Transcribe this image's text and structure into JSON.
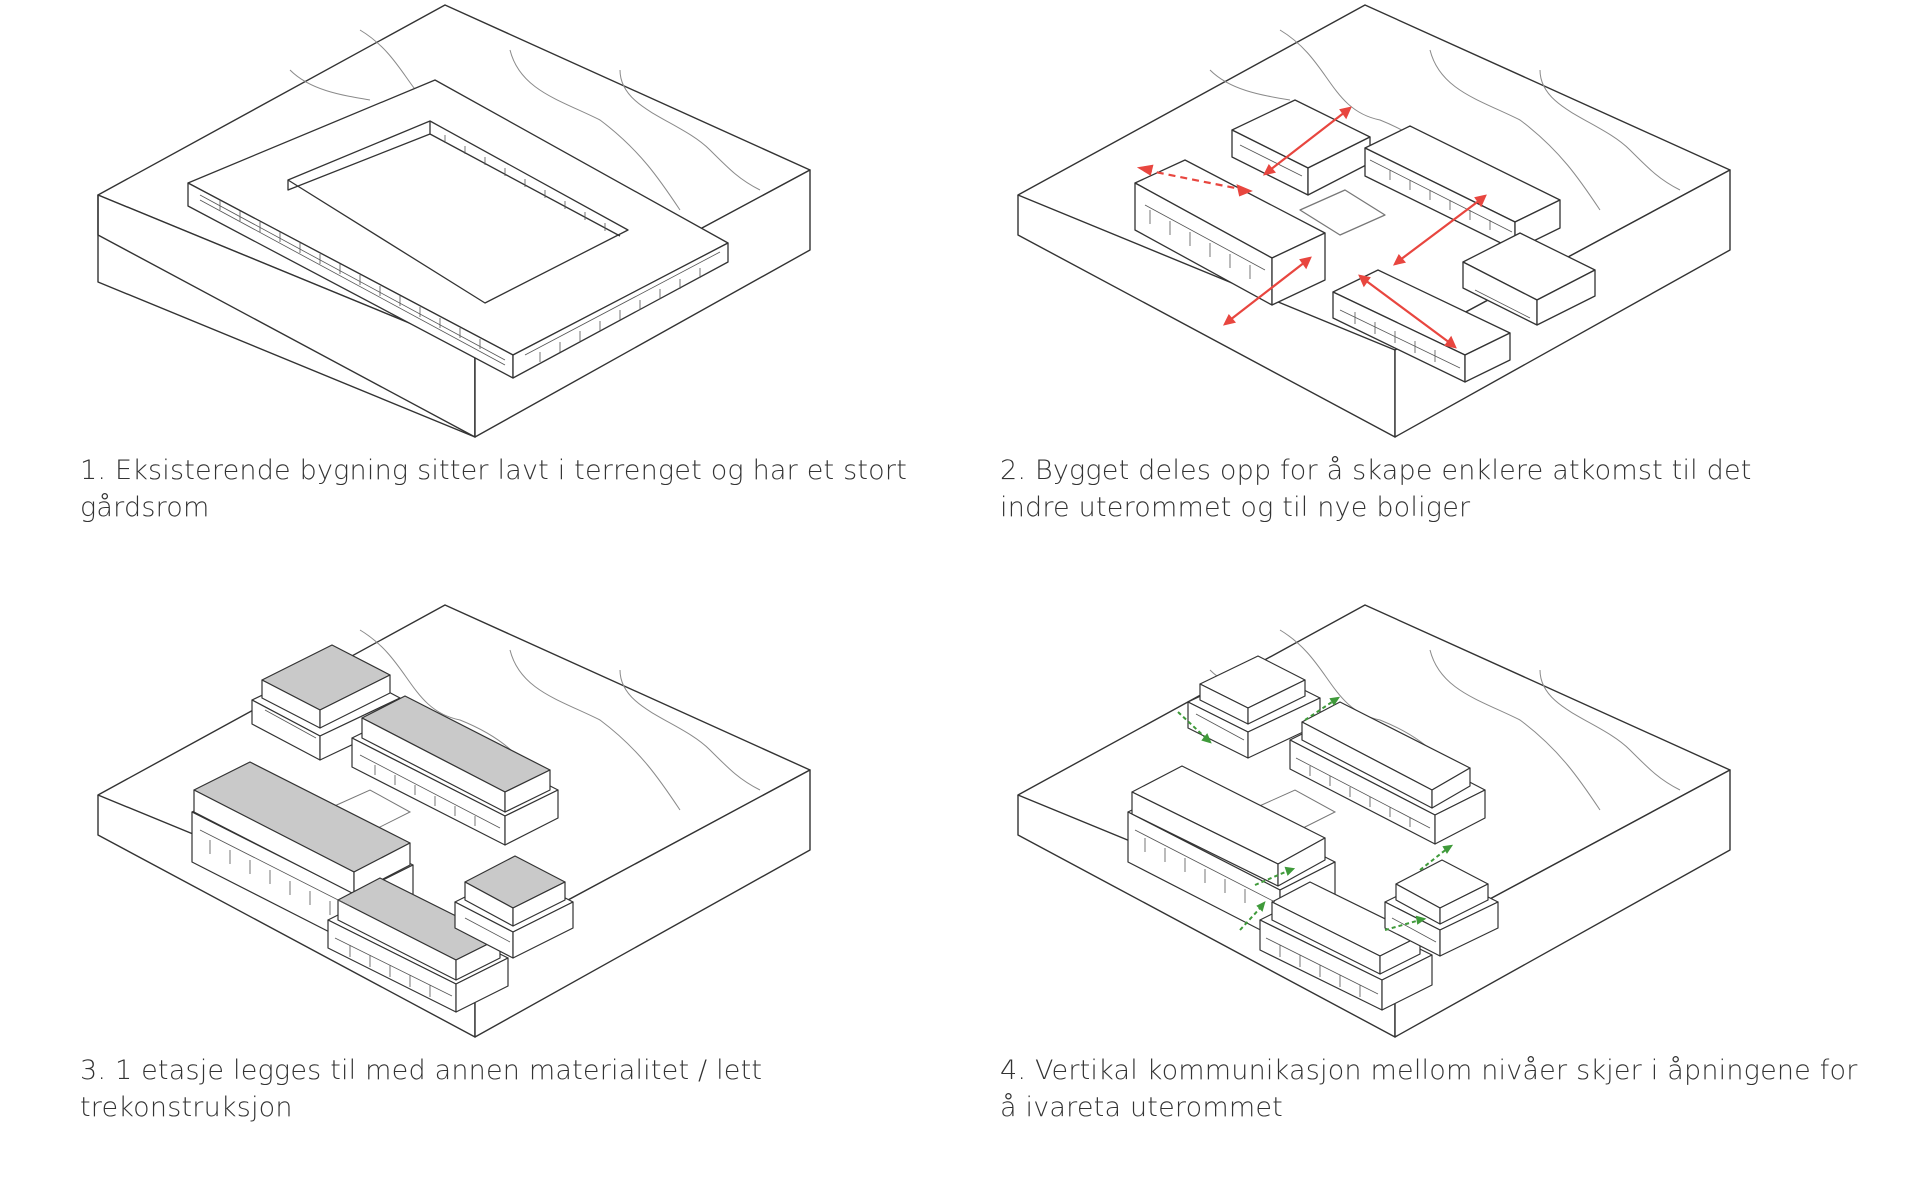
{
  "colors": {
    "line": "#333333",
    "terrain_line": "#8a8a8a",
    "access_arrow": "#e8463f",
    "vertical_arrow": "#3f9a3a",
    "roof_grey": "#c9c9c9",
    "caption_text": "#333333"
  },
  "panels": [
    {
      "caption_line1": "1. Eksisterende bygning sitter lavt i terrenget og har et stort",
      "caption_line2": "gårdsrom"
    },
    {
      "caption_line1": "2. Bygget deles opp for å skape enklere atkomst til det",
      "caption_line2": "indre uterommet og til nye boliger"
    },
    {
      "caption_line1": "3. 1 etasje legges til med annen materialitet / lett",
      "caption_line2": "trekonstruksjon"
    },
    {
      "caption_line1": "4. Vertikal kommunikasjon mellom nivåer skjer i åpningene for",
      "caption_line2": "å ivareta uterommet"
    }
  ]
}
